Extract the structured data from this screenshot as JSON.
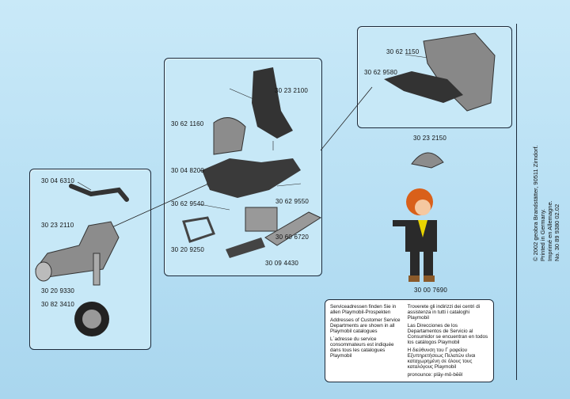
{
  "panels": {
    "left": {
      "labels": [
        "30 04 6310",
        "30 23 2110",
        "30 20 9330",
        "30 82 3410"
      ]
    },
    "middle": {
      "labels": [
        "30 23 2100",
        "30 62 1160",
        "30 04 8200",
        "30 62 9540",
        "30 62 9550",
        "30 60 6720",
        "30 20 9250",
        "30 09 4430"
      ]
    },
    "top_right": {
      "labels": [
        "30 62 1150",
        "30 62 9580"
      ]
    }
  },
  "figure": {
    "helmet_label": "30 23 2150",
    "figure_label": "30 00 7690"
  },
  "copyright": {
    "line1": "© 2002 geobra Brandstätter, 90511 Zirndorf.",
    "line2": "Printed in Germany.",
    "line3": "Imprimé en Allemagne.",
    "line4": "No. 30 89 9380      02.02"
  },
  "info_box": {
    "de": "Serviceadressen finden Sie in allen Playmobil-Prospekten",
    "en": "Addresses of Customer Service Departments are shown in all Playmobil catalogues",
    "fr": "L´adresse du service consommateurs est indiquée dans tous les catalogues Playmobil",
    "it": "Troverete gli indirizzi dei centri di assistenza in tutti i cataloghi Playmobil",
    "es": "Las Direcciones de los Departamentos de Servicio al Consumidor se encuentran en todos los catálogos Playmobil",
    "el": "Η διεύθυνση του Γ ραφείου Εξυπηρετήσεως Πελατών είναι καταχωρημένη σε όλους τους καταλόγους Playmobil",
    "pronounce": "pronounce: plāy-mō-bēēl"
  },
  "colors": {
    "background": "#bfe3f5",
    "panel": "#c7e8f7",
    "border": "#1c2a3a",
    "part_dark": "#3a3a3a",
    "part_grey": "#8c8c8c",
    "figure_hair": "#d9601a"
  }
}
